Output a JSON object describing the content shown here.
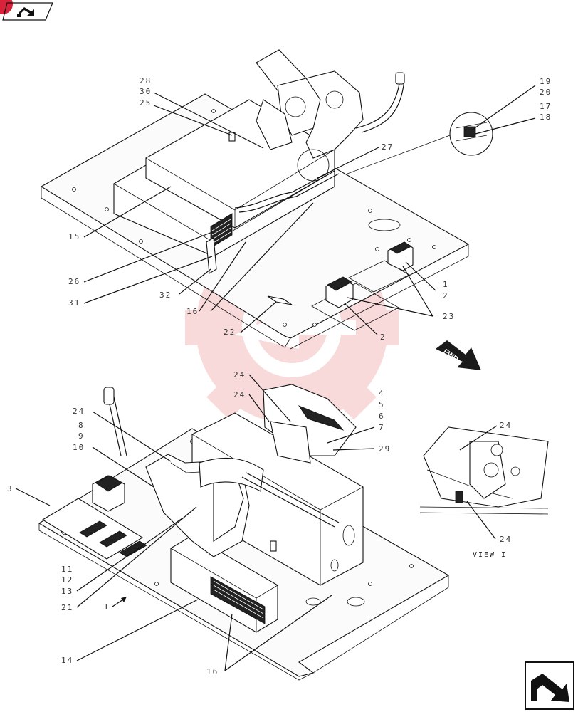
{
  "toolbar": {
    "badge_icon": "badge-icon",
    "nav_icon": "forward-arrow-icon",
    "badge_color": "#d8233a"
  },
  "diagram": {
    "fwd_label": "FWD",
    "view_label": "VIEW I",
    "view_marker": "I",
    "callouts": [
      {
        "id": "c28",
        "text": "28"
      },
      {
        "id": "c30",
        "text": "30"
      },
      {
        "id": "c25",
        "text": "25"
      },
      {
        "id": "c19",
        "text": "19"
      },
      {
        "id": "c20",
        "text": "20"
      },
      {
        "id": "c17",
        "text": "17"
      },
      {
        "id": "c18",
        "text": "18"
      },
      {
        "id": "c27",
        "text": "27"
      },
      {
        "id": "c15",
        "text": "15"
      },
      {
        "id": "c26",
        "text": "26"
      },
      {
        "id": "c31",
        "text": "31"
      },
      {
        "id": "c32",
        "text": "32"
      },
      {
        "id": "c16a",
        "text": "16"
      },
      {
        "id": "c22",
        "text": "22"
      },
      {
        "id": "c1",
        "text": "1"
      },
      {
        "id": "c2a",
        "text": "2"
      },
      {
        "id": "c2b",
        "text": "2"
      },
      {
        "id": "c23",
        "text": "23"
      },
      {
        "id": "c24a",
        "text": "24"
      },
      {
        "id": "c24b",
        "text": "24"
      },
      {
        "id": "c4",
        "text": "4"
      },
      {
        "id": "c5",
        "text": "5"
      },
      {
        "id": "c6",
        "text": "6"
      },
      {
        "id": "c7",
        "text": "7"
      },
      {
        "id": "c29",
        "text": "29"
      },
      {
        "id": "c24c",
        "text": "24"
      },
      {
        "id": "c8",
        "text": "8"
      },
      {
        "id": "c9",
        "text": "9"
      },
      {
        "id": "c10",
        "text": "10"
      },
      {
        "id": "c3",
        "text": "3"
      },
      {
        "id": "c11",
        "text": "11"
      },
      {
        "id": "c12",
        "text": "12"
      },
      {
        "id": "c13",
        "text": "13"
      },
      {
        "id": "c21",
        "text": "21"
      },
      {
        "id": "c14",
        "text": "14"
      },
      {
        "id": "c16b",
        "text": "16"
      },
      {
        "id": "c24d",
        "text": "24"
      },
      {
        "id": "c24e",
        "text": "24"
      }
    ]
  }
}
